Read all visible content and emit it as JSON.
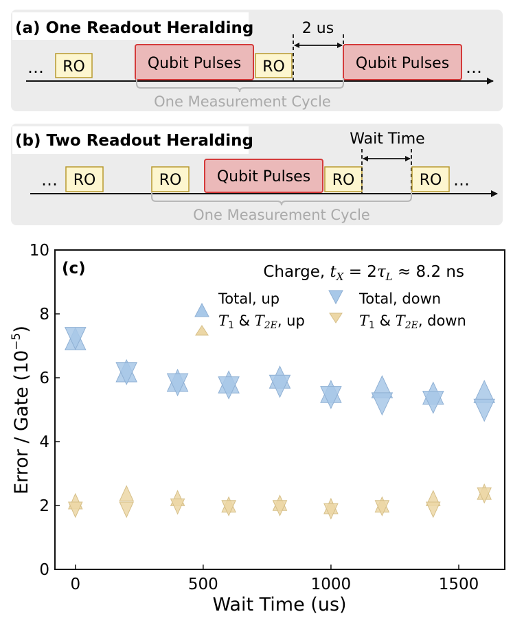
{
  "panel_a": {
    "title": "(a) One Readout Heralding",
    "ellipsis_left": "…",
    "ellipsis_right": "…",
    "ro_label": "RO",
    "pulse_label": "Qubit Pulses",
    "interval_label": "2 us",
    "cycle_label": "One Measurement Cycle"
  },
  "panel_b": {
    "title": "(b) Two Readout Heralding",
    "ellipsis_left": "…",
    "ellipsis_right": "…",
    "ro_label": "RO",
    "pulse_label": "Qubit Pulses",
    "interval_label": "Wait Time",
    "cycle_label": "One Measurement Cycle"
  },
  "colors": {
    "panel_bg": "#ececec",
    "ro_fill": "#fdf6cf",
    "ro_stroke": "#b89a2e",
    "pulse_fill": "#ebb9b9",
    "pulse_stroke": "#d43a3a",
    "cycle_brace": "#b8b8b8",
    "total_marker": "#a8c8e8",
    "t1t2_marker": "#ecd7a6"
  },
  "chart_data": {
    "type": "scatter",
    "panel_label": "(c)",
    "annotation": {
      "prefix": "Charge,",
      "t_symbol": "t",
      "t_sub": "X",
      "eq": " = 2",
      "tau_symbol": "τ",
      "tau_sub": "L",
      "approx": " ≈ 8.2",
      "unit": " ns"
    },
    "xlabel": "Wait Time (us)",
    "ylabel": "Error / Gate (10",
    "ylabel_exp": "−5",
    "ylabel_close": ")",
    "xlim": [
      -80,
      1680
    ],
    "ylim": [
      0,
      10
    ],
    "xticks": [
      0,
      500,
      1000,
      1500
    ],
    "yticks": [
      0,
      2,
      4,
      6,
      8,
      10
    ],
    "grid": false,
    "legend_position": "top-right",
    "legend": [
      {
        "label": "Total, up",
        "marker": "triangle-up",
        "color": "#a8c8e8"
      },
      {
        "label": "Total, down",
        "marker": "triangle-down",
        "color": "#a8c8e8"
      },
      {
        "label_math": "T",
        "label_sub": "1",
        "label_mid": " & ",
        "label_math2": "T",
        "label_sub2": "2E",
        "label_tail": ", up",
        "marker": "triangle-up",
        "color": "#ecd7a6"
      },
      {
        "label_math": "T",
        "label_sub": "1",
        "label_mid": " & ",
        "label_math2": "T",
        "label_sub2": "2E",
        "label_tail": ", down",
        "marker": "triangle-down",
        "color": "#ecd7a6"
      }
    ],
    "x": [
      0,
      200,
      400,
      600,
      800,
      1000,
      1200,
      1400,
      1600
    ],
    "series": [
      {
        "name": "Total, up",
        "marker": "triangle-up",
        "color": "#a8c8e8",
        "values": [
          7.1,
          6.1,
          5.8,
          5.75,
          5.9,
          5.45,
          5.6,
          5.4,
          5.45
        ]
      },
      {
        "name": "Total, down",
        "marker": "triangle-down",
        "color": "#a8c8e8",
        "values": [
          7.35,
          6.25,
          5.9,
          5.8,
          5.85,
          5.5,
          5.3,
          5.35,
          5.1
        ]
      },
      {
        "name": "T1 & T2E, up",
        "marker": "triangle-up",
        "color": "#ecd7a6",
        "values": [
          2.05,
          2.3,
          2.15,
          1.95,
          2.0,
          1.9,
          1.95,
          2.15,
          2.35
        ]
      },
      {
        "name": "T1 & T2E, down",
        "marker": "triangle-down",
        "color": "#ecd7a6",
        "values": [
          1.95,
          1.95,
          2.05,
          2.0,
          2.0,
          1.9,
          2.0,
          1.95,
          2.4
        ]
      }
    ]
  }
}
